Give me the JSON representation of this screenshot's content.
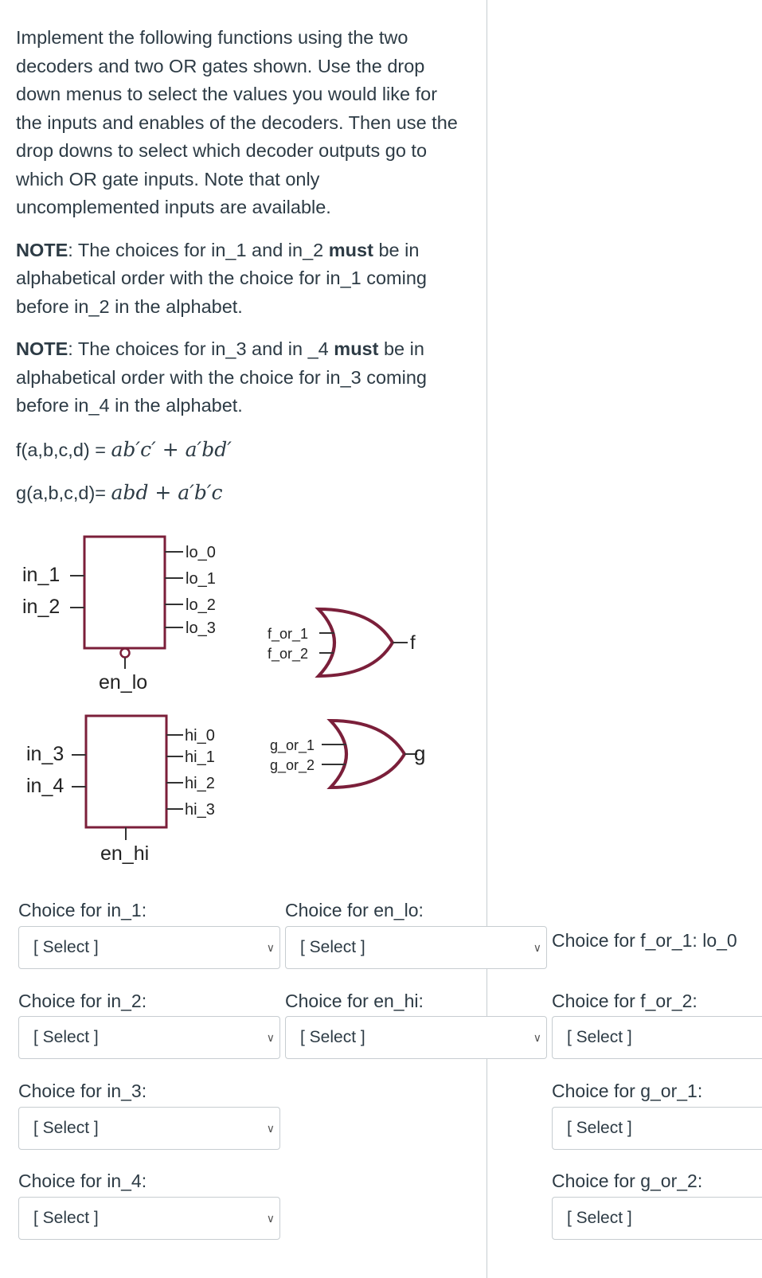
{
  "question": {
    "intro": "Implement the following functions using the two decoders and two OR gates shown. Use the drop down menus to select the values you would like for the inputs and enables of the decoders. Then use the drop downs to select which decoder outputs go to which OR gate inputs.  Note that only uncomplemented inputs are available.",
    "note1": {
      "prefix": "NOTE",
      "part1": ": The choices for in_1 and in_2 ",
      "bold": "must",
      "part2": " be in alphabetical order with the choice for in_1 coming before in_2 in the alphabet."
    },
    "note2": {
      "prefix": "NOTE",
      "part1": ": The choices for in_3 and in _4 ",
      "bold": "must",
      "part2": " be in alphabetical order with the choice for in_3 coming before in_4 in the alphabet."
    },
    "f_label": "f(a,b,c,d) = ",
    "f_expr": "ab′c′ + a′bd′",
    "g_label": "g(a,b,c,d)= ",
    "g_expr": "abd + a′b′c"
  },
  "circuit": {
    "colors": {
      "gate": "#7b1f3a",
      "wire": "#333333"
    },
    "decoder_lo": {
      "inputs": [
        "in_1",
        "in_2"
      ],
      "outputs": [
        "lo_0",
        "lo_1",
        "lo_2",
        "lo_3"
      ],
      "enable": "en_lo"
    },
    "decoder_hi": {
      "inputs": [
        "in_3",
        "in_4"
      ],
      "outputs": [
        "hi_0",
        "hi_1",
        "hi_2",
        "hi_3"
      ],
      "enable": "en_hi"
    },
    "or_f": {
      "inputs": [
        "f_or_1",
        "f_or_2"
      ],
      "output": "f"
    },
    "or_g": {
      "inputs": [
        "g_or_1",
        "g_or_2"
      ],
      "output": "g"
    }
  },
  "form": {
    "in_1": {
      "label": "Choice for in_1:",
      "value": "[ Select ]"
    },
    "in_2": {
      "label": "Choice for in_2:",
      "value": "[ Select ]"
    },
    "in_3": {
      "label": "Choice for in_3:",
      "value": "[ Select ]"
    },
    "in_4": {
      "label": "Choice for in_4:",
      "value": "[ Select ]"
    },
    "en_lo": {
      "label": "Choice for en_lo:",
      "value": "[ Select ]"
    },
    "en_hi": {
      "label": "Choice for en_hi:",
      "value": "[ Select ]"
    },
    "f_or_1": {
      "label": "Choice for f_or_1: lo_0"
    },
    "f_or_2": {
      "label": "Choice for f_or_2:",
      "value": "[ Select ]"
    },
    "g_or_1": {
      "label": "Choice for g_or_1:",
      "value": "[ Select ]"
    },
    "g_or_2": {
      "label": "Choice for g_or_2:",
      "value": "[ Select ]"
    }
  },
  "icons": {
    "dropdown": "chevron-down-icon"
  }
}
